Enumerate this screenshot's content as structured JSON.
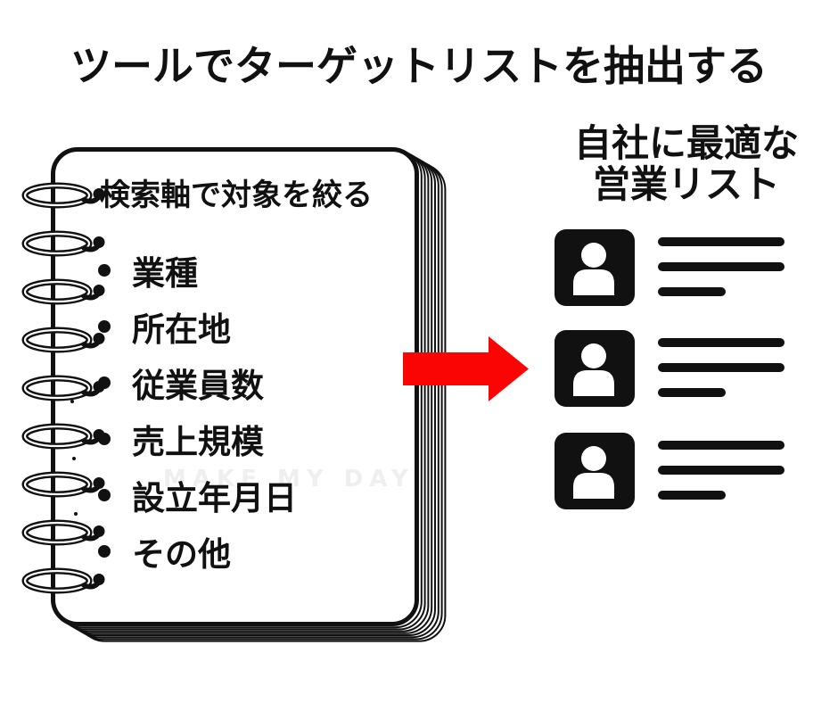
{
  "title": "ツールでターゲットリストを抽出する",
  "notebook": {
    "header": "検索軸で対象を絞る",
    "items": [
      "業種",
      "所在地",
      "従業員数",
      "売上規模",
      "設立年月日",
      "その他"
    ],
    "spiral_ring_count": 9,
    "stack_sheet_count": 8,
    "watermark": "MAKE MY DAY"
  },
  "arrow": {
    "direction": "right",
    "color": "#FA0404"
  },
  "result": {
    "heading_line1": "自社に最適な",
    "heading_line2": "営業リスト",
    "entry_count": 3,
    "rows": [
      {
        "icon": "person-icon"
      },
      {
        "icon": "person-icon"
      },
      {
        "icon": "person-icon"
      }
    ]
  },
  "colors": {
    "ink": "#111111",
    "background": "#FFFFFF",
    "arrow_red": "#FA0404",
    "watermark_gray": "#EFEFEF"
  }
}
